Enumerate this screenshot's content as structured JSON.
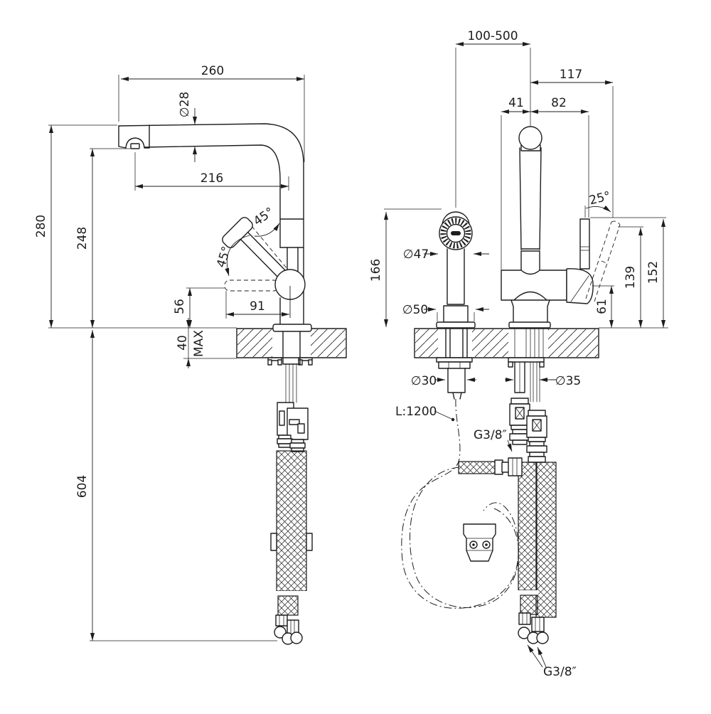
{
  "drawing": {
    "background": "#ffffff",
    "line_color": "#1d1d1f",
    "units": "mm"
  },
  "side_view": {
    "width_overall": "260",
    "spout_tube_diameter": "∅28",
    "spout_reach": "216",
    "height_to_spout_top": "280",
    "height_to_aerator": "248",
    "handle_angle_side": "45°",
    "handle_swing_angle": "45°",
    "handle_height_above_deck": "56",
    "handle_reach": "91",
    "counter_thickness_max_value": "40",
    "counter_thickness_max_label": "MAX",
    "hose_drop_below_deck": "604"
  },
  "front_view": {
    "spray_to_mixer_distance": "100-500",
    "mixer_center_to_lever_open_tip": "117",
    "mixer_center_to_body_edge": "41",
    "mixer_center_to_lever": "82",
    "lever_open_angle": "25°",
    "spray_height_above_deck": "166",
    "spray_head_diameter": "∅47",
    "spray_base_diameter": "∅50",
    "spray_shank_diameter": "∅30",
    "mixer_shank_diameter": "∅35",
    "lever_bottom_height": "61",
    "lever_open_tip_height": "139",
    "lever_tip_height": "152",
    "spray_hose_length": "L:1200",
    "hose_thread_side": "G3/8″",
    "hose_thread_supply": "G3/8″"
  }
}
